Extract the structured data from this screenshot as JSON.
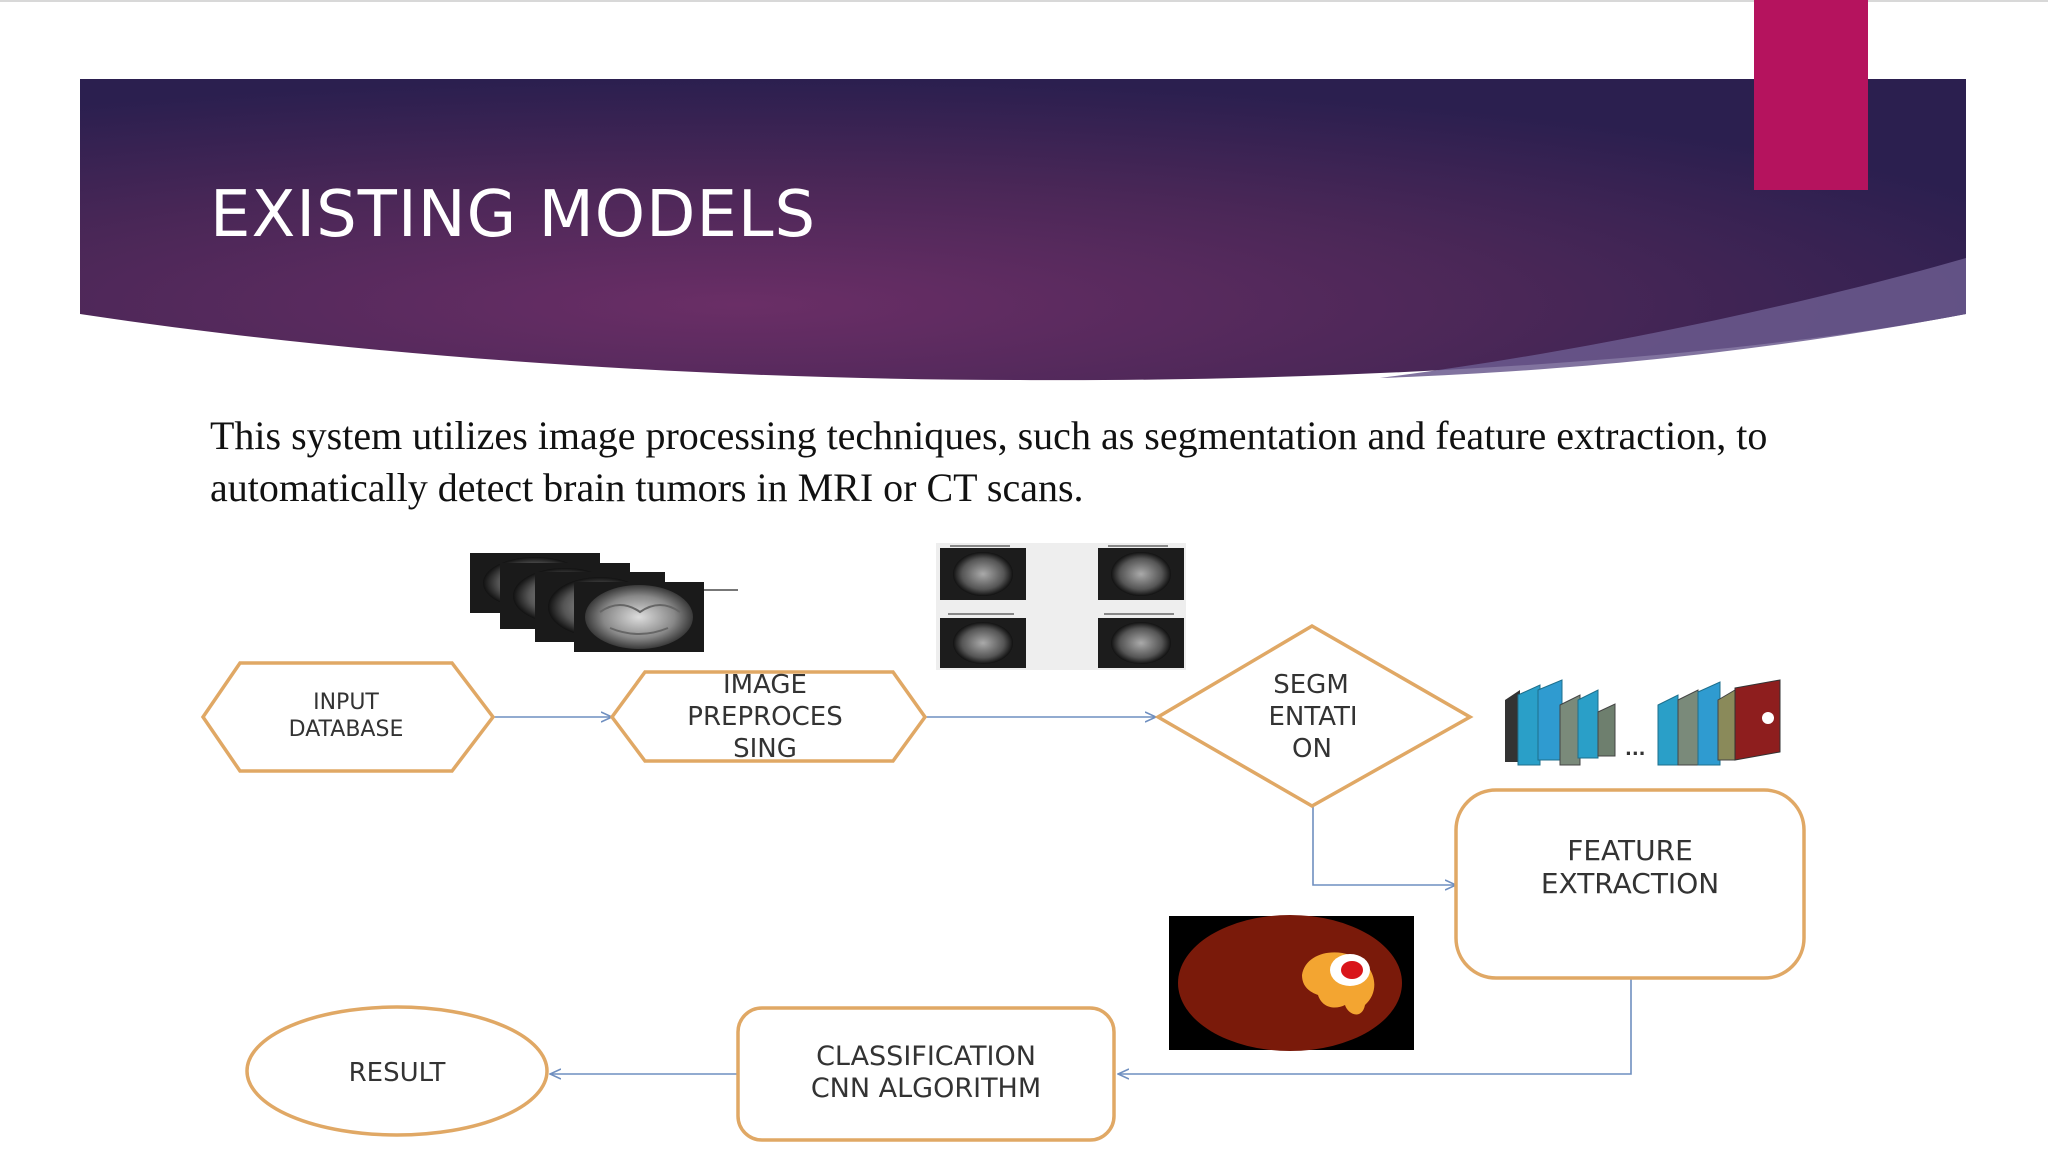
{
  "slide": {
    "title": "EXISTING MODELS",
    "body_lines": [
      "This system utilizes image processing techniques, such as segmentation and feature extraction, to",
      "automatically detect brain tumors in MRI or CT scans."
    ]
  },
  "colors": {
    "banner_dark": "#2b1f4f",
    "banner_mid": "#6a2e66",
    "accent_tab": "#b5135e",
    "node_border": "#e0a865",
    "arrow": "#6f8fc0"
  },
  "diagram": {
    "nodes": {
      "input_database": [
        "INPUT",
        "DATABASE"
      ],
      "image_preprocessing": [
        "IMAGE",
        "PREPROCES",
        "SING"
      ],
      "segmentation": [
        "SEGM",
        "ENTATI",
        "ON"
      ],
      "feature_extraction": [
        "FEATURE",
        "EXTRACTION"
      ],
      "classification": [
        "CLASSIFICATION",
        "CNN ALGORITHM"
      ],
      "result": [
        "RESULT"
      ]
    },
    "ellipsis": "..."
  }
}
